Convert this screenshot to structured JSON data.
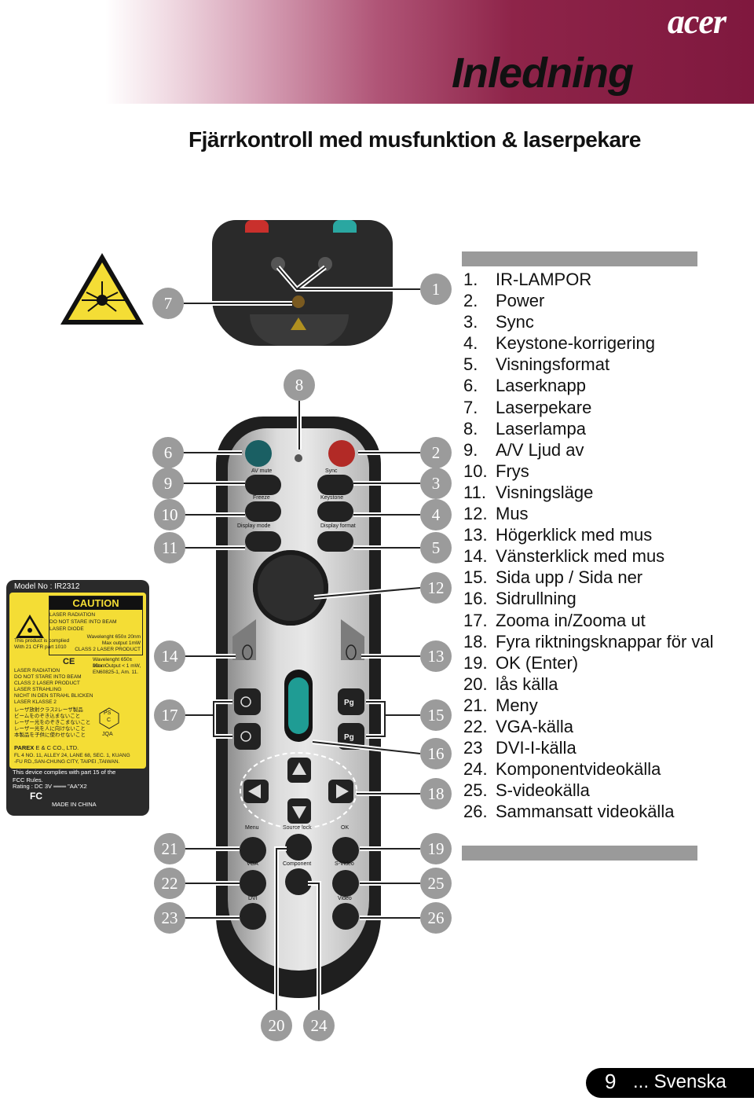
{
  "header": {
    "brand": "acer",
    "section": "Inledning",
    "title": "Fjärrkontroll med musfunktion & laserpekare"
  },
  "legend": [
    {
      "num": "1.",
      "text": "IR-LAMPOR"
    },
    {
      "num": "2.",
      "text": "Power"
    },
    {
      "num": "3.",
      "text": "Sync"
    },
    {
      "num": "4.",
      "text": "Keystone-korrigering"
    },
    {
      "num": "5.",
      "text": "Visningsformat"
    },
    {
      "num": "6.",
      "text": "Laserknapp"
    },
    {
      "num": "7.",
      "text": "Laserpekare"
    },
    {
      "num": "8.",
      "text": "Laserlampa"
    },
    {
      "num": "9.",
      "text": "A/V Ljud av"
    },
    {
      "num": "10.",
      "text": "Frys"
    },
    {
      "num": "11.",
      "text": "Visningsläge"
    },
    {
      "num": "12.",
      "text": "Mus"
    },
    {
      "num": "13.",
      "text": "Högerklick med mus"
    },
    {
      "num": "14.",
      "text": "Vänsterklick med mus"
    },
    {
      "num": "15.",
      "text": "Sida upp / Sida ner"
    },
    {
      "num": "16.",
      "text": "Sidrullning"
    },
    {
      "num": "17.",
      "text": "Zooma in/Zooma ut"
    },
    {
      "num": "18.",
      "text": "Fyra riktningsknappar för val"
    },
    {
      "num": "19.",
      "text": "OK (Enter)"
    },
    {
      "num": "20.",
      "text": "lås källa"
    },
    {
      "num": "21.",
      "text": "Meny"
    },
    {
      "num": "22.",
      "text": "VGA-källa"
    },
    {
      "num": "23",
      "text": "DVI-I-källa"
    },
    {
      "num": "24.",
      "text": "Komponentvideokälla"
    },
    {
      "num": "25.",
      "text": "S-videokälla"
    },
    {
      "num": "26.",
      "text": "Sammansatt videokälla"
    }
  ],
  "remote_buttons": {
    "av_mute": "AV mute",
    "sync": "Sync",
    "freeze": "Freeze",
    "keystone": "Keystone",
    "display_mode": "Display mode",
    "display_format": "Display format",
    "menu": "Menu",
    "source_lock": "Source lock",
    "ok": "OK",
    "vga": "VGA",
    "component": "Component",
    "s_video": "S-Video",
    "dvi": "DVI",
    "video": "Video",
    "pg": "Pg"
  },
  "callouts": [
    "1",
    "2",
    "3",
    "4",
    "5",
    "6",
    "7",
    "8",
    "9",
    "10",
    "11",
    "12",
    "13",
    "14",
    "15",
    "16",
    "17",
    "18",
    "19",
    "20",
    "21",
    "22",
    "23",
    "24",
    "25",
    "26"
  ],
  "label": {
    "model": "Model No : IR2312",
    "caution": "CAUTION",
    "caution_lines": [
      "LASER RADIATION",
      "DO NOT STARE INTO BEAM",
      "LASER DIODE"
    ],
    "wavelength1": "Wavelenght 650± 20nm",
    "max_output1": "Max output 1mW",
    "class_product": "CLASS 2 LASER PRODUCT",
    "complied": "This product is complied",
    "cfr": "With 21 CFR part 1010",
    "wavelength2": "Wavelenght 650± 20nm",
    "max_output2": "Max. Output < 1 mW,",
    "en": "EN60825-1, Am. 11.",
    "warn_lines": [
      "LASER RADIATION",
      "DO NOT STARE INTO BEAM",
      "CLASS 2 LASER PRODUCT",
      "LASER STRAHLING",
      "NICHT IN DEN STRAHL BLICKEN",
      "LASER KLASSE 2"
    ],
    "jp_lines": [
      "レーザ放射クラス2レーザ製品",
      "ビームをのぞき込まないこと",
      "レーザー光をのぞきこまないこと",
      "レーザー光を人に向けないこと",
      "本製品を子供に使わせないこと"
    ],
    "ps": "PS",
    "c": "C",
    "jqa": "JQA",
    "ce": "CE",
    "company_bold": "PAREX",
    "company": "E & C CO., LTD.",
    "address1": "FL 4 NO. 11, ALLEY 24, LANE 68, SEC. 1, KUANG",
    "address2": "-FU RD.,SAN-CHUNG CITY, TAIPEI ,TAIWAN.",
    "fcc1": "This device complies with part 15 of the",
    "fcc2": "FCC Rules.",
    "rating": "Rating :       DC 3V  ═══ \"AA\"X2",
    "fc": "FC",
    "made": "MADE IN CHINA"
  },
  "footer": {
    "page": "9",
    "language": "... Svenska"
  }
}
